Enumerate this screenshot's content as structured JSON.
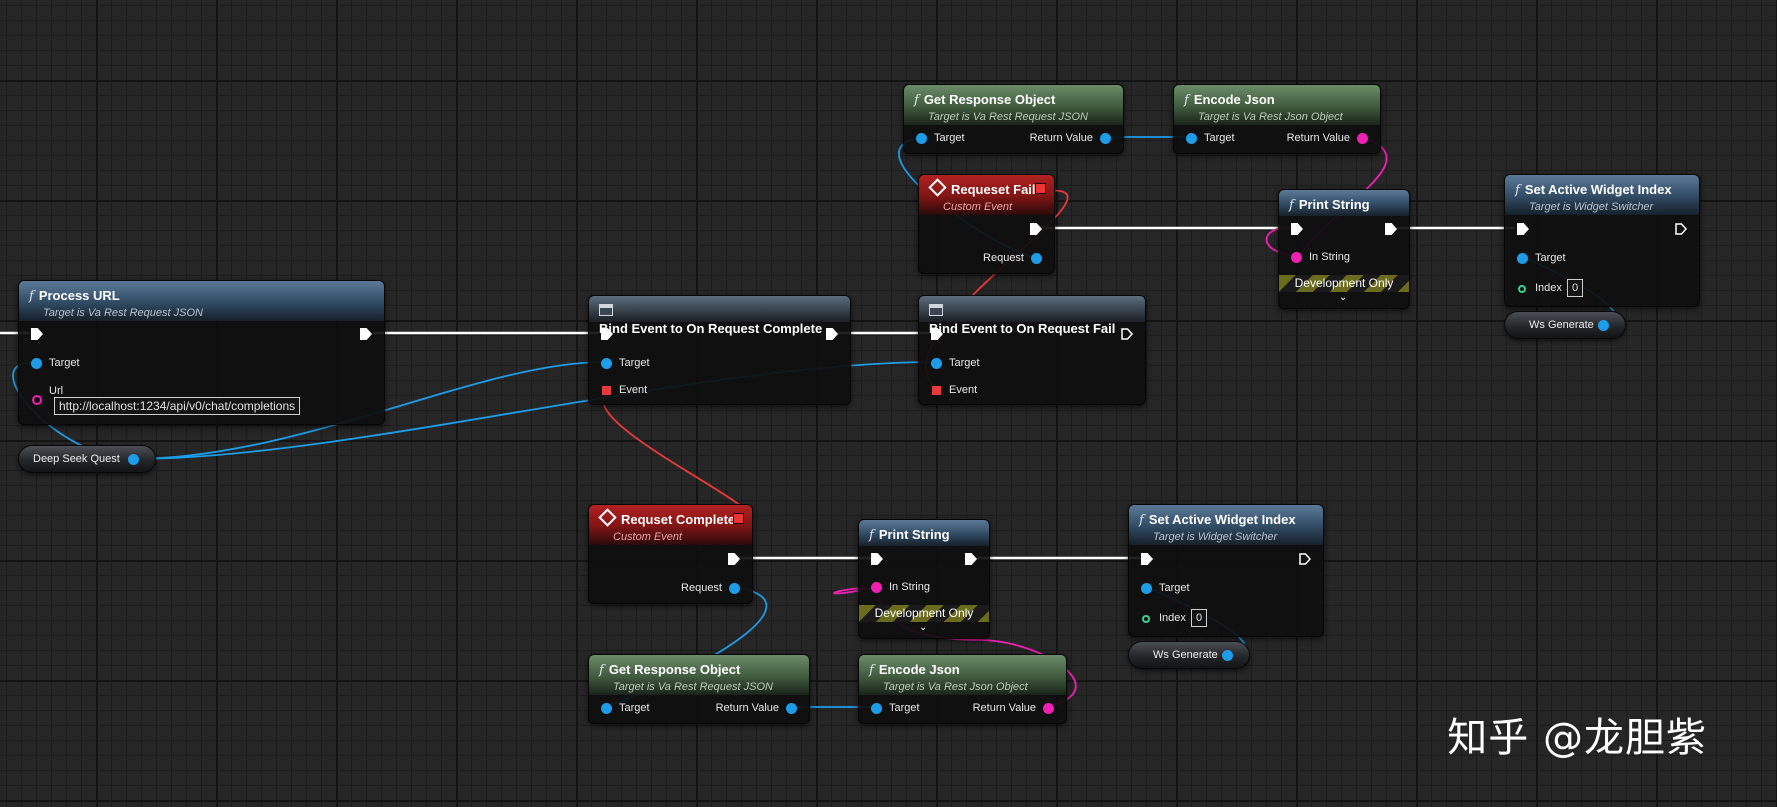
{
  "nodes": {
    "process_url": {
      "title": "Process URL",
      "subtitle": "Target is Va Rest Request JSON",
      "pin_target": "Target",
      "pin_url": "Url",
      "url_value": "http://localhost:1234/api/v0/chat/completions"
    },
    "bind_complete": {
      "title": "Bind Event to On Request Complete",
      "pin_target": "Target",
      "pin_event": "Event"
    },
    "bind_fail": {
      "title": "Bind Event to On Request Fail",
      "pin_target": "Target",
      "pin_event": "Event"
    },
    "request_fail": {
      "title": "Requeset Fail",
      "subtitle": "Custom Event",
      "pin_request": "Request"
    },
    "get_resp_top": {
      "title": "Get Response Object",
      "subtitle": "Target is Va Rest Request JSON",
      "pin_target": "Target",
      "pin_return": "Return Value"
    },
    "encode_top": {
      "title": "Encode Json",
      "subtitle": "Target is Va Rest Json Object",
      "pin_target": "Target",
      "pin_return": "Return Value"
    },
    "print_top": {
      "title": "Print String",
      "pin_in": "In String",
      "dev_only": "Development Only"
    },
    "set_widget_top": {
      "title": "Set Active Widget Index",
      "subtitle": "Target is Widget Switcher",
      "pin_target": "Target",
      "pin_index": "Index",
      "index_value": "0"
    },
    "request_complete": {
      "title": "Requset Complete",
      "subtitle": "Custom Event",
      "pin_request": "Request"
    },
    "print_bottom": {
      "title": "Print String",
      "pin_in": "In String",
      "dev_only": "Development Only"
    },
    "set_widget_bottom": {
      "title": "Set Active Widget Index",
      "subtitle": "Target is Widget Switcher",
      "pin_target": "Target",
      "pin_index": "Index",
      "index_value": "0"
    },
    "get_resp_bottom": {
      "title": "Get Response Object",
      "subtitle": "Target is Va Rest Request JSON",
      "pin_target": "Target",
      "pin_return": "Return Value"
    },
    "encode_bottom": {
      "title": "Encode Json",
      "subtitle": "Target is Va Rest Json Object",
      "pin_target": "Target",
      "pin_return": "Return Value"
    }
  },
  "variables": {
    "deep_seek_quest": "Deep Seek Quest",
    "ws_generate_top": "Ws Generate",
    "ws_generate_bottom": "Ws Generate"
  },
  "watermark": "知乎 @龙胆紫",
  "colors": {
    "exec": "#ffffff",
    "object_pin": "#1d9ce8",
    "string_pin": "#f11fb4",
    "delegate_pin": "#e8393c",
    "int_pin": "#36d492"
  }
}
